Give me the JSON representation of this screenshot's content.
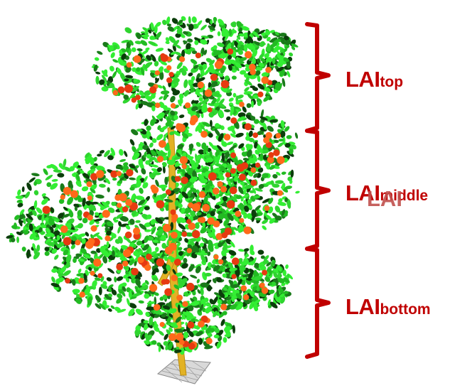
{
  "zones": {
    "top": {
      "prefix": "LAI",
      "suffix": "top"
    },
    "middle": {
      "prefix": "LAI",
      "suffix": "middle"
    },
    "bottom": {
      "prefix": "LAI",
      "suffix": "bottom"
    }
  },
  "overlay_label": "LAI",
  "colors": {
    "bracket": "#c00000",
    "overlay_text": "#c0504d",
    "leaf_light": "#33ee33",
    "leaf_mid": "#22bb22",
    "leaf_dark": "#0b3d0b",
    "fruit": "#ff6a1a",
    "fruit_dark": "#e63a10",
    "trunk": "#e0b020",
    "ground_grid": "#888888"
  }
}
